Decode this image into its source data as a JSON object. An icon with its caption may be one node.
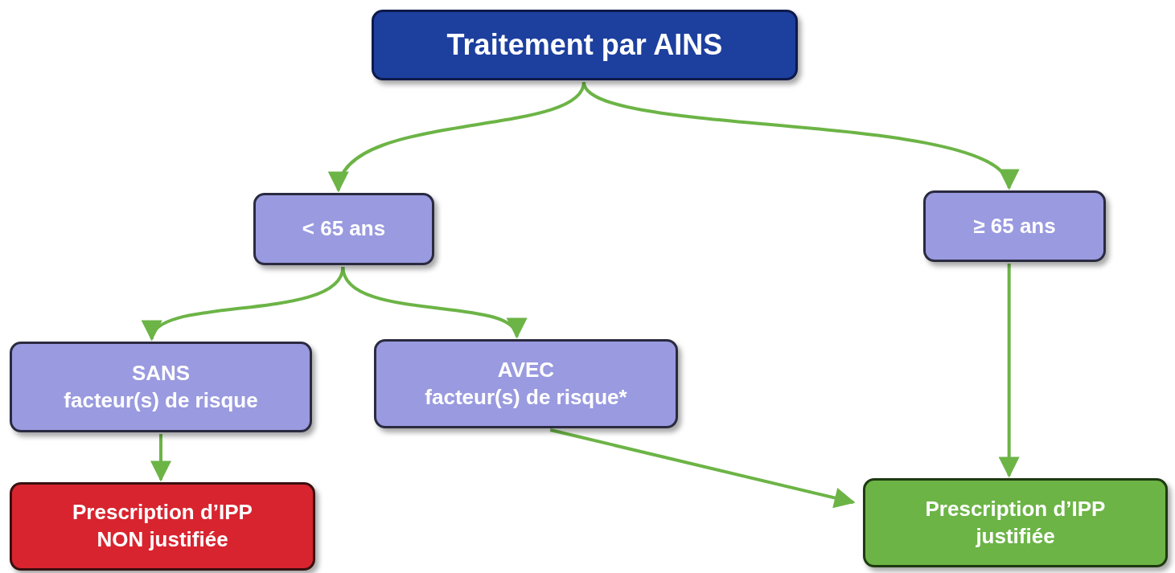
{
  "diagram": {
    "nodes": [
      {
        "text": [
          "Traitement par AINS"
        ]
      },
      {
        "text": [
          "< 65 ans"
        ]
      },
      {
        "text": [
          "≥ 65 ans"
        ]
      },
      {
        "text": [
          "SANS",
          "facteur(s) de risque"
        ]
      },
      {
        "text": [
          "AVEC",
          "facteur(s) de risque*"
        ]
      },
      {
        "text": [
          "Prescription d’IPP NON justifiée"
        ]
      },
      {
        "text": [
          "Prescription d’IPP justifiée"
        ]
      }
    ],
    "edges": [
      {
        "from": 0,
        "to": 1,
        "arrow": "to"
      },
      {
        "from": 0,
        "to": 2,
        "arrow": "to"
      },
      {
        "from": 1,
        "to": 3,
        "arrow": "to"
      },
      {
        "from": 1,
        "to": 4,
        "arrow": "to"
      },
      {
        "from": 3,
        "to": 5,
        "arrow": "to"
      },
      {
        "from": 4,
        "to": 6,
        "arrow": "to"
      },
      {
        "from": 2,
        "to": 6,
        "arrow": "to"
      }
    ]
  }
}
